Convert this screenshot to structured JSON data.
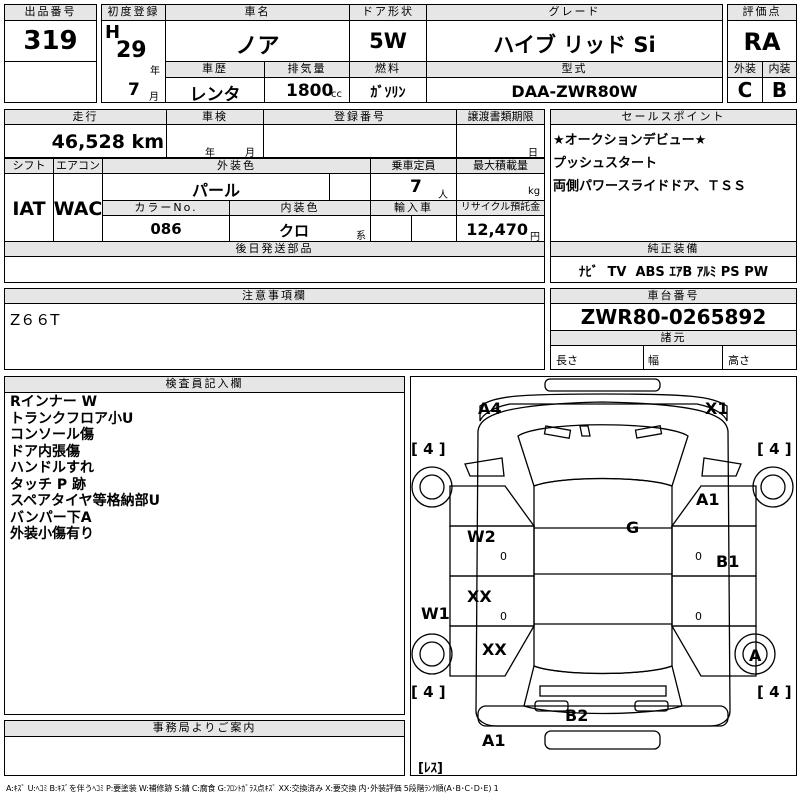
{
  "lot": {
    "label": "出品番号",
    "value": "319"
  },
  "first_reg": {
    "label": "初度登録",
    "era": "H",
    "year": "29",
    "year_unit": "年",
    "month": "7",
    "month_unit": "月"
  },
  "car_name": {
    "label": "車名",
    "value": "ノア"
  },
  "door": {
    "label": "ドア形状",
    "value": "5W"
  },
  "grade": {
    "label": "グレード",
    "value": "ハイブ リッド Si"
  },
  "score": {
    "label": "評価点",
    "value": "RA"
  },
  "history": {
    "label": "車歴",
    "value": "レンタ"
  },
  "displacement": {
    "label": "排気量",
    "value": "1800",
    "unit": "cc"
  },
  "fuel": {
    "label": "燃料",
    "value": "ｶﾞｿﾘﾝ"
  },
  "model": {
    "label": "型式",
    "value": "DAA-ZWR80W"
  },
  "exterior_grade": {
    "label": "外装",
    "value": "C"
  },
  "interior_grade": {
    "label": "内装",
    "value": "B"
  },
  "mileage": {
    "label": "走行",
    "value": "46,528 km"
  },
  "inspection": {
    "label": "車検",
    "year_unit": "年",
    "month_unit": "月"
  },
  "registration": {
    "label": "登録番号"
  },
  "transfer": {
    "label": "譲渡書類期限",
    "day_unit": "日"
  },
  "shift": {
    "label": "シフト",
    "value": "IAT"
  },
  "aircon": {
    "label": "エアコン",
    "value": "WAC"
  },
  "ext_color": {
    "label": "外装色",
    "value": "パール"
  },
  "color_no": {
    "label": "カラーNo.",
    "value": "086"
  },
  "int_color": {
    "label": "内装色",
    "value": "クロ",
    "unit": "系"
  },
  "capacity": {
    "label": "乗車定員",
    "value": "7",
    "unit": "人"
  },
  "max_load": {
    "label": "最大積載量",
    "unit": "kg"
  },
  "import": {
    "label": "輸入車"
  },
  "recycle": {
    "label": "リサイクル預託金",
    "value": "12,470",
    "unit": "円"
  },
  "later_parts": {
    "label": "後日発送部品"
  },
  "sales_points": {
    "label": "セールスポイント",
    "lines": [
      "★オークションデビュー★",
      "プッシュスタート",
      "両側パワースライドドア、ＴＳＳ"
    ]
  },
  "equipment": {
    "label": "純正装備",
    "value": "ﾅﾋﾞ  TV  ABS ｴｱB ｱﾙﾐ PS PW"
  },
  "notes": {
    "label": "注意事項欄",
    "value": "Z６６T"
  },
  "chassis": {
    "label": "車台番号",
    "value": "ZWR80-0265892"
  },
  "specs": {
    "label": "諸元",
    "length": "長さ",
    "width": "幅",
    "height": "高さ"
  },
  "inspector": {
    "label": "検査員記入欄",
    "lines": [
      "Rインナー W",
      "トランクフロア小U",
      "コンソール傷",
      "ドア内張傷",
      "ハンドルすれ",
      "タッチ P 跡",
      "スペアタイヤ等格納部U",
      "バンパー下A",
      "外装小傷有り"
    ]
  },
  "office": {
    "label": "事務局よりご案内"
  },
  "legend": "A:ｷｽﾞ U:ﾍｺﾐ B:ｷｽﾞを伴うﾍｺﾐ P:要塗装 W:補修跡 S:錆 C:腐食 G:ﾌﾛﾝﾄｶﾞﾗｽ点ｷｽﾞ XX:交換済み X:要交換 内･外装評価 5段階ﾗﾝｸ順(A･B･C･D･E) 1",
  "diagram": {
    "marks": {
      "a4": "A4",
      "x1": "X1",
      "a1_right": "A1",
      "w2": "W2",
      "g": "G",
      "b1": "B1",
      "xx_upper": "XX",
      "w1": "W1",
      "xx_lower": "XX",
      "a_tire": "A",
      "b2": "B2",
      "a1_bottom": "A1",
      "zero": "0"
    },
    "tires": {
      "fl": "[ 4 ]",
      "fr": "[ 4 ]",
      "rl": "[ 4 ]",
      "rr": "[ 4 ]"
    },
    "spare": "[ﾚｽ]"
  }
}
